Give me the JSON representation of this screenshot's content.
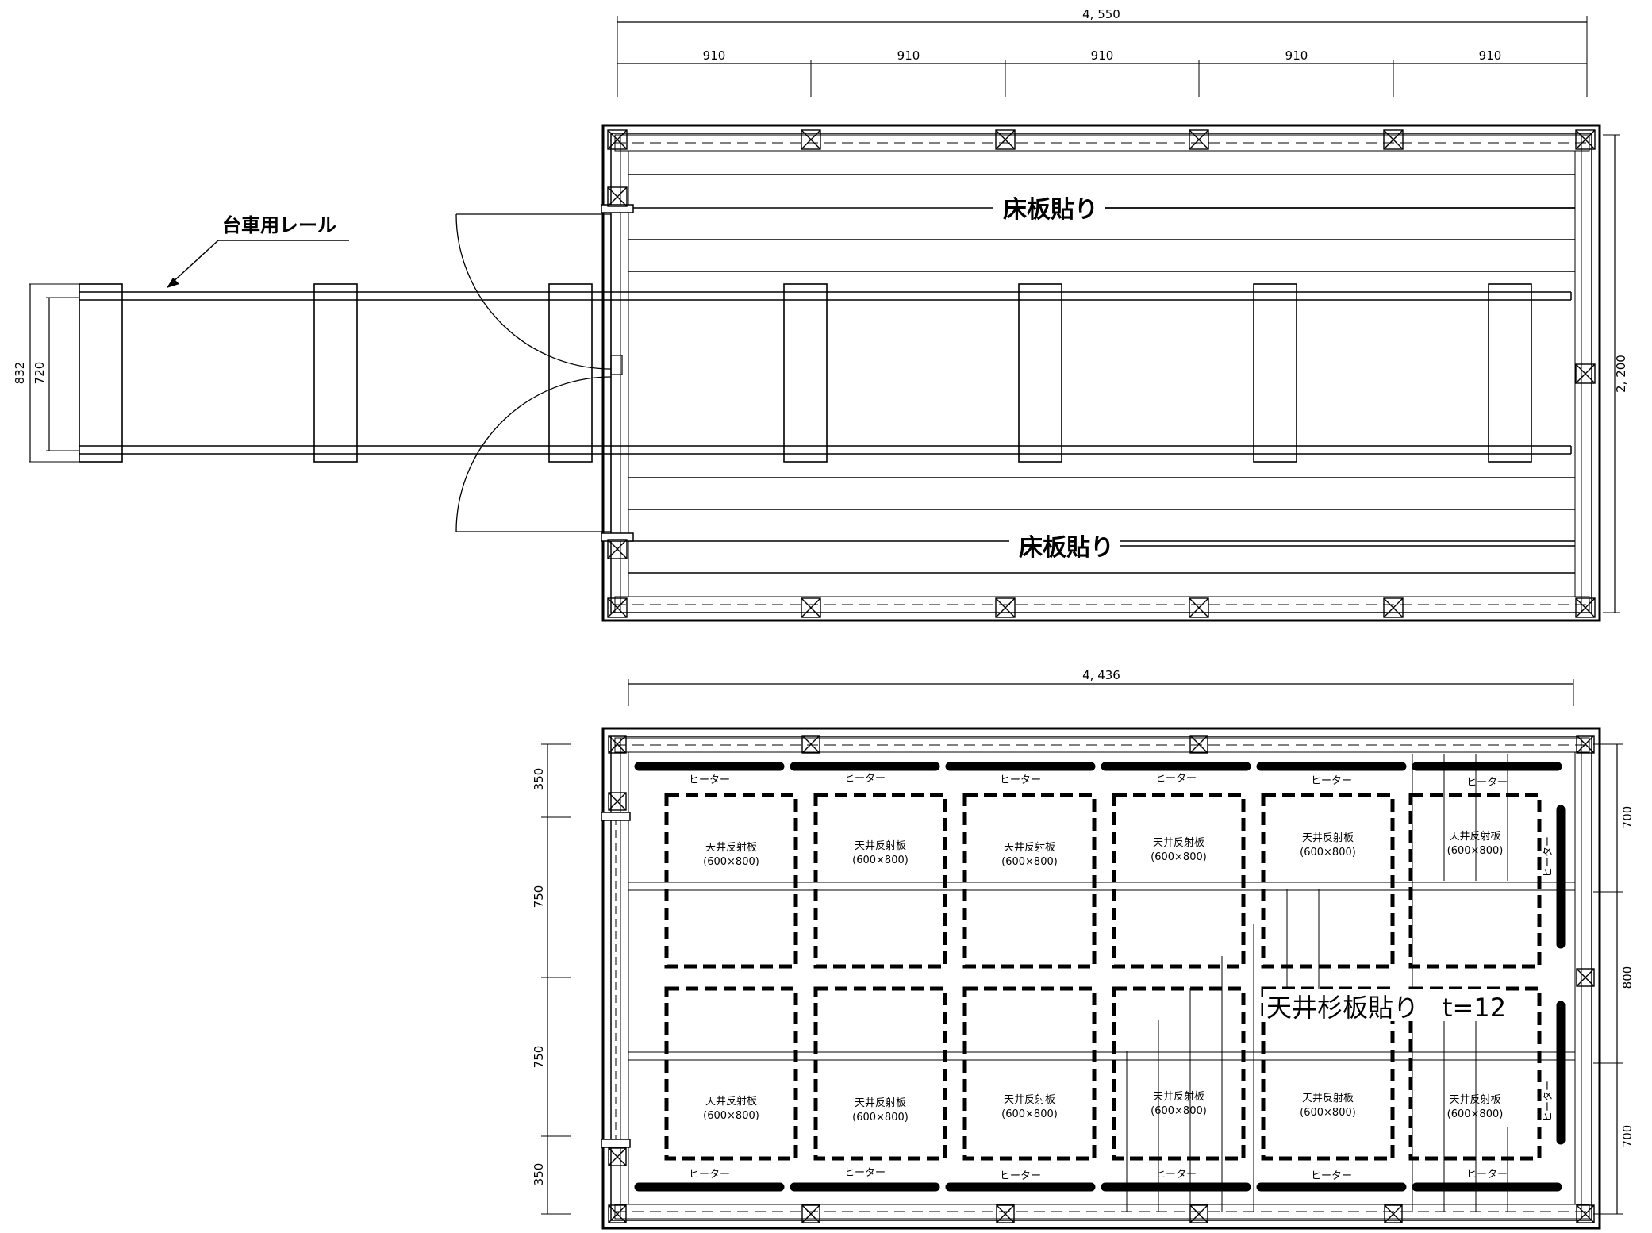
{
  "floor_plan": {
    "total_width_label": "4, 550",
    "module_labels": [
      "910",
      "910",
      "910",
      "910",
      "910"
    ],
    "height_label": "2, 200",
    "rail_outer_label": "832",
    "rail_inner_label": "720",
    "rail_callout": "台車用レール",
    "floorboard_label_top": "床板貼り",
    "floorboard_label_bottom": "床板貼り"
  },
  "ceiling_plan": {
    "total_width_label": "4, 436",
    "left_dims": [
      "350",
      "750",
      "750",
      "350"
    ],
    "right_dims": [
      "700",
      "800",
      "700"
    ],
    "heater_label": "ヒーター",
    "reflector_label": "天井反射板",
    "reflector_size": "(600×800)",
    "cedar_label": "天井杉板貼り",
    "thickness_label": "t=12"
  }
}
